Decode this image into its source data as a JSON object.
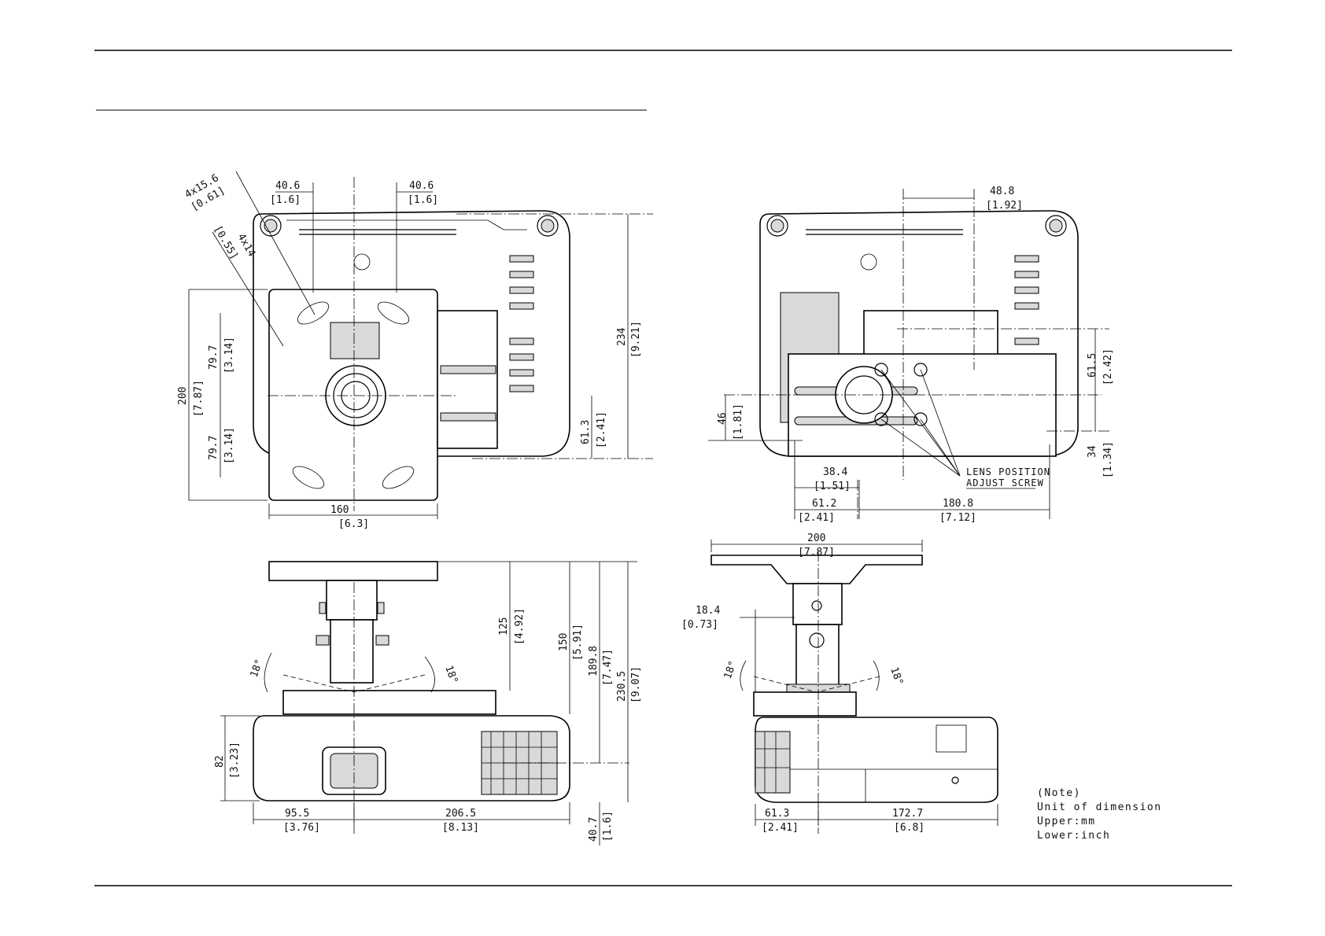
{
  "views": {
    "top_left": {
      "dims": {
        "hole_a": "4x15.6",
        "hole_a_in": "[0.61]",
        "hole_b": "4x14",
        "hole_b_in": "[0.55]",
        "off_l": "40.6",
        "off_l_in": "[1.6]",
        "off_r": "40.6",
        "off_r_in": "[1.6]",
        "height": "200",
        "height_in": "[7.87]",
        "upper": "79.7",
        "upper_in": "[3.14]",
        "lower": "79.7",
        "lower_in": "[3.14]",
        "width": "160",
        "width_in": "[6.3]",
        "total_depth": "234",
        "total_depth_in": "[9.21]",
        "rear": "61.3",
        "rear_in": "[2.41]"
      }
    },
    "top_right": {
      "dims": {
        "offset": "48.8",
        "offset_in": "[1.92]",
        "h46": "46",
        "h46_in": "[1.81]",
        "d38": "38.4",
        "d38_in": "[1.51]",
        "d61": "61.2",
        "d61_in": "[2.41]",
        "d180": "180.8",
        "d180_in": "[7.12]",
        "v61": "61.5",
        "v61_in": "[2.42]",
        "v34": "34",
        "v34_in": "[1.34]"
      },
      "callout_line1": "LENS POSITION",
      "callout_line2": "ADJUST SCREW"
    },
    "front_left": {
      "dims": {
        "angle_l": "18°",
        "angle_r": "18°",
        "d125": "125",
        "d125_in": "[4.92]",
        "d150": "150",
        "d150_in": "[5.91]",
        "d189": "189.8",
        "d189_in": "[7.47]",
        "d230": "230.5",
        "d230_in": "[9.07]",
        "d82": "82",
        "d82_in": "[3.23]",
        "d95": "95.5",
        "d95_in": "[3.76]",
        "d206": "206.5",
        "d206_in": "[8.13]",
        "d40": "40.7",
        "d40_in": "[1.6]"
      }
    },
    "side_right": {
      "dims": {
        "d200": "200",
        "d200_in": "[7.87]",
        "d18": "18.4",
        "d18_in": "[0.73]",
        "angle_l": "18°",
        "angle_r": "18°",
        "d61": "61.3",
        "d61_in": "[2.41]",
        "d172": "172.7",
        "d172_in": "[6.8]"
      }
    }
  },
  "note": {
    "line1": "(Note)",
    "line2": "Unit of dimension",
    "line3": "Upper:mm",
    "line4": "Lower:inch"
  }
}
